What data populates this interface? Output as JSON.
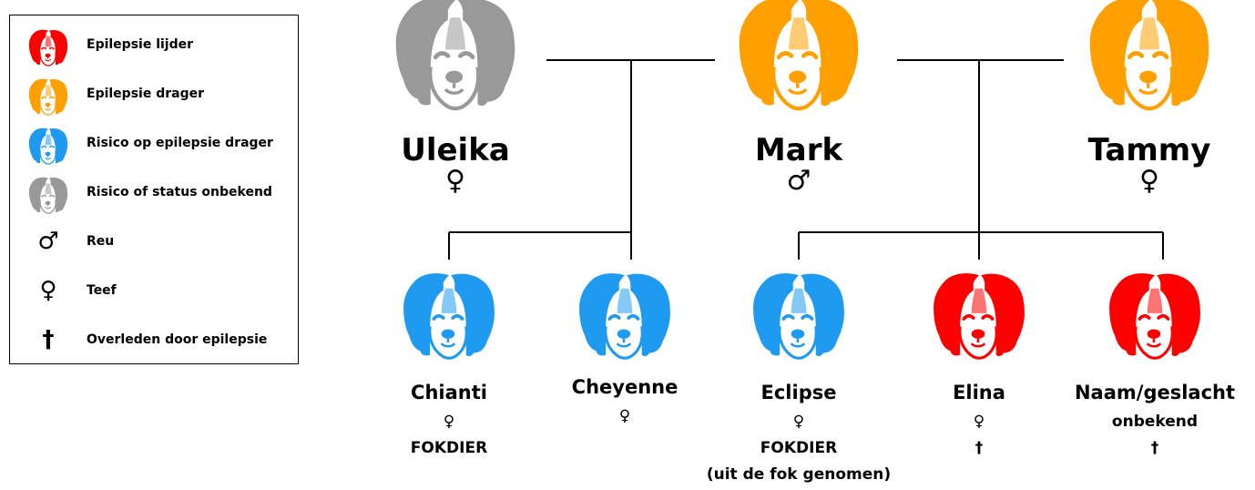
{
  "colors": {
    "sufferer": "#ff0000",
    "carrier": "#ffa000",
    "risk_carrier": "#1e9bf0",
    "unknown": "#999999",
    "line": "#000000"
  },
  "legend": {
    "items": [
      {
        "kind": "dog",
        "status": "sufferer",
        "icon": "dog-head-icon",
        "label": "Epilepsie lijder"
      },
      {
        "kind": "dog",
        "status": "carrier",
        "icon": "dog-head-icon",
        "label": "Epilepsie drager"
      },
      {
        "kind": "dog",
        "status": "risk_carrier",
        "icon": "dog-head-icon",
        "label": "Risico op epilepsie drager"
      },
      {
        "kind": "dog",
        "status": "unknown",
        "icon": "dog-head-icon",
        "label": "Risico of status onbekend"
      },
      {
        "kind": "symbol",
        "symbol": "♂",
        "icon": "male-symbol-icon",
        "label": "Reu"
      },
      {
        "kind": "symbol",
        "symbol": "♀",
        "icon": "female-symbol-icon",
        "label": "Teef"
      },
      {
        "kind": "symbol",
        "symbol": "†",
        "icon": "cross-symbol-icon",
        "label": "Overleden door epilepsie"
      }
    ]
  },
  "parents": [
    {
      "name": "Uleika",
      "sex": "♀",
      "status": "unknown"
    },
    {
      "name": "Mark",
      "sex": "♂",
      "status": "carrier"
    },
    {
      "name": "Tammy",
      "sex": "♀",
      "status": "carrier"
    }
  ],
  "children": [
    {
      "name": "Chianti",
      "status": "risk_carrier",
      "lines": [
        "♀",
        "FOKDIER"
      ]
    },
    {
      "name": "Cheyenne",
      "status": "risk_carrier",
      "lines": [
        "♀"
      ]
    },
    {
      "name": "Eclipse",
      "status": "risk_carrier",
      "lines": [
        "♀",
        "FOKDIER",
        "(uit de fok genomen)"
      ]
    },
    {
      "name": "Elina",
      "status": "sufferer",
      "lines": [
        "♀",
        "†"
      ]
    },
    {
      "name": "Naam/geslacht",
      "status": "sufferer",
      "lines": [
        "onbekend",
        "†"
      ]
    }
  ]
}
